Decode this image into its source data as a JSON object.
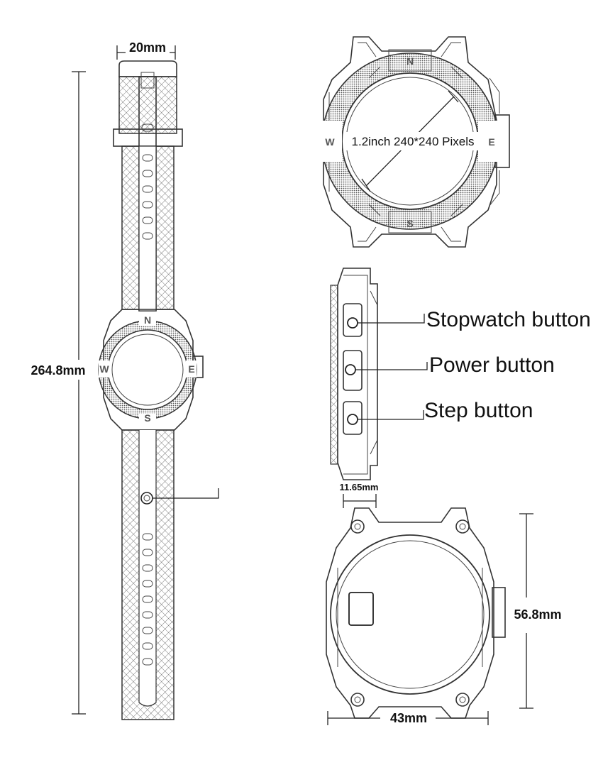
{
  "dimensions": {
    "strap_width": "20mm",
    "total_length": "264.8mm",
    "thickness": "11.65mm",
    "height": "56.8mm",
    "width": "43mm"
  },
  "screen_label": "1.2inch 240*240 Pixels",
  "buttons": {
    "stopwatch": "Stopwatch button",
    "power": "Power button",
    "step": "Step button"
  },
  "dial_marks": {
    "north": "N",
    "south": "S",
    "east": "E",
    "west": "W"
  }
}
